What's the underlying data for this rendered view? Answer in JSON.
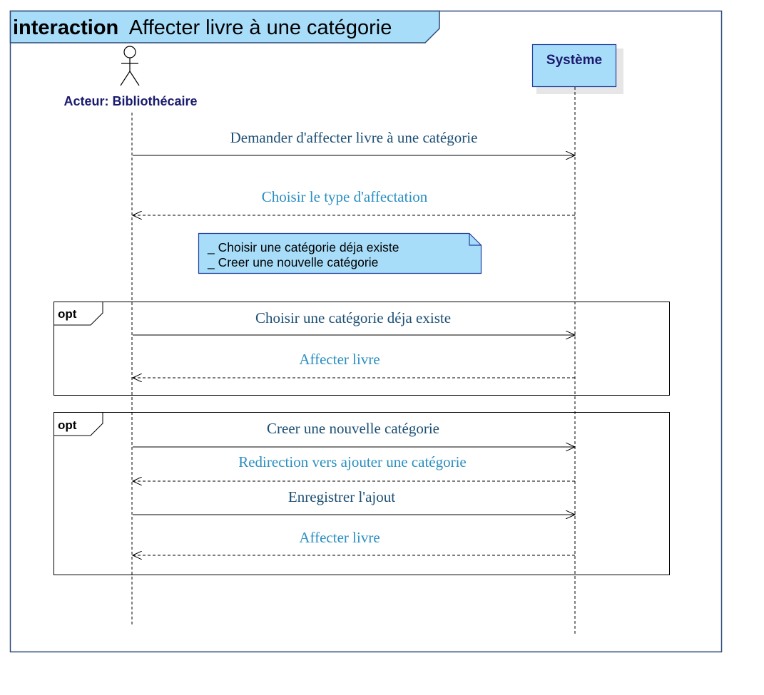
{
  "frame": {
    "keyword": "interaction",
    "name": "Affecter livre à une catégorie"
  },
  "lifelines": {
    "actor": "Acteur: Bibliothécaire",
    "system": "Système"
  },
  "messages": [
    {
      "id": "m1",
      "text": "Demander d'affecter livre à une catégorie",
      "kind": "call"
    },
    {
      "id": "m2",
      "text": "Choisir le type d'affectation",
      "kind": "reply"
    },
    {
      "id": "m3",
      "text": "Choisir une catégorie déja existe",
      "kind": "call"
    },
    {
      "id": "m4",
      "text": "Affecter livre",
      "kind": "reply"
    },
    {
      "id": "m5",
      "text": "Creer une nouvelle catégorie",
      "kind": "call"
    },
    {
      "id": "m6",
      "text": "Redirection vers ajouter une catégorie",
      "kind": "reply"
    },
    {
      "id": "m7",
      "text": "Enregistrer l'ajout",
      "kind": "call"
    },
    {
      "id": "m8",
      "text": "Affecter livre",
      "kind": "reply"
    }
  ],
  "note": {
    "line1": "_ Choisir une catégorie déja existe",
    "line2": "_ Creer une nouvelle catégorie"
  },
  "fragments": [
    {
      "operator": "opt"
    },
    {
      "operator": "opt"
    }
  ],
  "colors": {
    "frame_border": "#2e4a78",
    "frame_fill": "#a8ddfa",
    "actor_label": "#1a1a6e",
    "call_text": "#1c4f74",
    "reply_text": "#2a8fc0",
    "system_box_fill": "#a8ddfa",
    "system_box_border": "#1f3f9e"
  }
}
